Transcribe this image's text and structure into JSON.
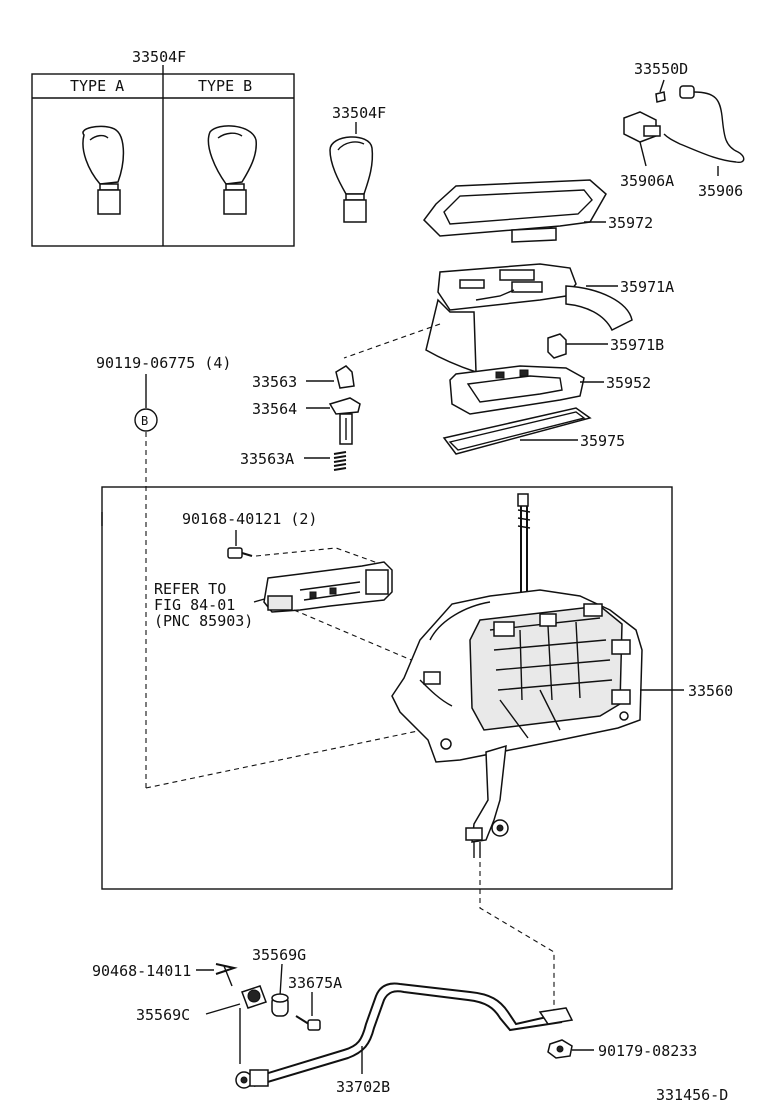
{
  "labels": {
    "knob_set": "33504F",
    "type_a": "TYPE A",
    "type_b": "TYPE B",
    "knob": "33504F",
    "p33550D": "33550D",
    "p35906A": "35906A",
    "p35906": "35906",
    "p35972": "35972",
    "p35971A": "35971A",
    "p35971B": "35971B",
    "p35952": "35952",
    "p35975": "35975",
    "p33563": "33563",
    "p33564": "33564",
    "p33563A": "33563A",
    "p90119": "90119-06775 (4)",
    "marker_b": "B",
    "p90168": "90168-40121 (2)",
    "refer_1": "REFER TO",
    "refer_2": "FIG 84-01",
    "refer_3": "(PNC 85903)",
    "p33560": "33560",
    "p35569G": "35569G",
    "p90468": "90468-14011",
    "p33675A": "33675A",
    "p35569C": "35569C",
    "p90179": "90179-08233",
    "p33702B": "33702B",
    "fig_id": "331456-D"
  }
}
